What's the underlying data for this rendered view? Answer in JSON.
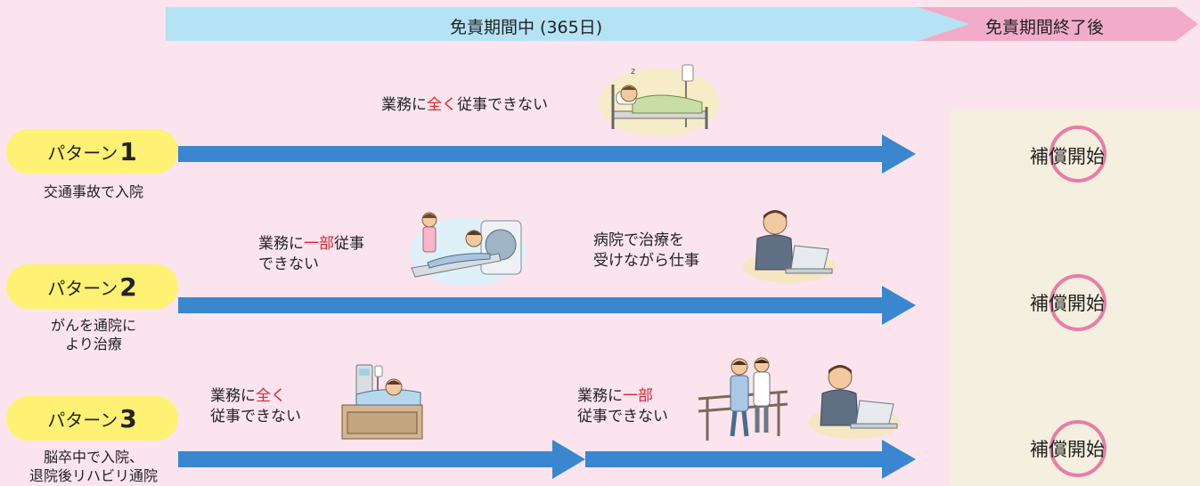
{
  "header": {
    "period_label": "免責期間中 (365日)",
    "after_label": "免責期間終了後"
  },
  "colors": {
    "background": "#fbe4ee",
    "period_bar": "#b5e3f6",
    "after_bar": "#f2acc9",
    "pill": "#fff173",
    "arrow": "#3a86cf",
    "highlight": "#e4222d",
    "compensation_panel": "#f4efde",
    "circle": "#e87da8"
  },
  "patterns": [
    {
      "pill_text": "パターン",
      "pill_number": "1",
      "description": [
        "交通事故で入院"
      ],
      "labels": [
        {
          "parts": [
            "業務に",
            "全く",
            "従事できない"
          ]
        }
      ],
      "compensation": "補償開始"
    },
    {
      "pill_text": "パターン",
      "pill_number": "2",
      "description": [
        "がんを通院に",
        "より治療"
      ],
      "labels": [
        {
          "parts": [
            "業務に",
            "一部",
            "従事"
          ],
          "line2": "できない"
        },
        {
          "line1": "病院で治療を",
          "line2": "受けながら仕事"
        }
      ],
      "compensation": "補償開始"
    },
    {
      "pill_text": "パターン",
      "pill_number": "3",
      "description": [
        "脳卒中で入院、",
        "退院後リハビリ通院"
      ],
      "labels": [
        {
          "parts": [
            "業務に",
            "全く"
          ],
          "line2": "従事できない"
        },
        {
          "parts": [
            "業務に",
            "一部"
          ],
          "line2": "従事できない"
        }
      ],
      "compensation": "補償開始"
    }
  ],
  "illustrations": [
    "hospital-bed-patient-illustration",
    "mri-scan-illustration",
    "office-worker-laptop-illustration",
    "hospital-bed-iv-illustration",
    "rehabilitation-illustration",
    "office-worker-laptop-illustration"
  ]
}
